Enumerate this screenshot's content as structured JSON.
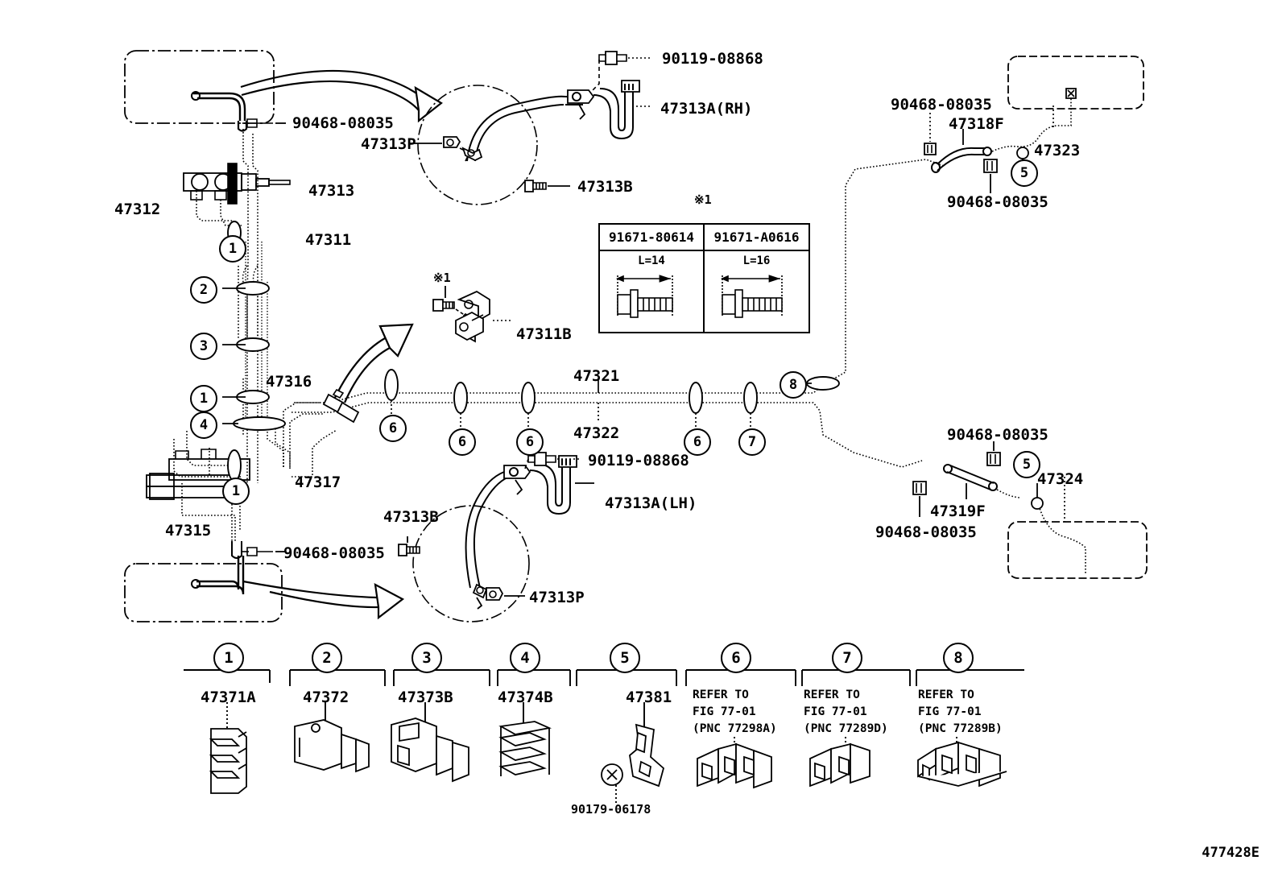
{
  "figure": {
    "code": "477428E",
    "note_marker": "※1"
  },
  "bolt_table": {
    "marker": "※1",
    "columns": [
      "91671-80614",
      "91671-A0616"
    ],
    "lengths": [
      "L=14",
      "L=16"
    ]
  },
  "callouts": {
    "c_90468_a": "90468-08035",
    "c_90468_b": "90468-08035",
    "c_90468_c": "90468-08035",
    "c_90468_d": "90468-08035",
    "c_90468_e": "90468-08035",
    "c_90119_rh": "90119-08868",
    "c_90119_lh": "90119-08868",
    "p_47312": "47312",
    "p_47313": "47313",
    "p_47311": "47311",
    "p_47313p_top": "47313P",
    "p_47313a_rh": "47313A(RH)",
    "p_47313b_top": "47313B",
    "p_47311b": "47311B",
    "p_47316": "47316",
    "p_47317": "47317",
    "p_47315": "47315",
    "p_47313b_bot": "47313B",
    "p_47313a_lh": "47313A(LH)",
    "p_47313p_bot": "47313P",
    "p_47321": "47321",
    "p_47322": "47322",
    "p_47318f": "47318F",
    "p_47323": "47323",
    "p_47319f": "47319F",
    "p_47324": "47324",
    "marker_47311b": "※1"
  },
  "balloons": {
    "b1_a": "1",
    "b2": "2",
    "b3": "3",
    "b1_b": "1",
    "b4": "4",
    "b1_c": "1",
    "b6_a": "6",
    "b6_b": "6",
    "b6_c": "6",
    "b6_d": "6",
    "b7": "7",
    "b8": "8",
    "b5_top": "5",
    "b5_bot": "5"
  },
  "legend": {
    "items": [
      {
        "num": "1",
        "part": "47371A",
        "sub": ""
      },
      {
        "num": "2",
        "part": "47372",
        "sub": ""
      },
      {
        "num": "3",
        "part": "47373B",
        "sub": ""
      },
      {
        "num": "4",
        "part": "47374B",
        "sub": ""
      },
      {
        "num": "5",
        "part": "47381",
        "sub": "90179-06178"
      },
      {
        "num": "6",
        "part": "REFER TO\nFIG 77-01\n(PNC 77298A)",
        "sub": ""
      },
      {
        "num": "7",
        "part": "REFER TO\nFIG 77-01\n(PNC 77289D)",
        "sub": ""
      },
      {
        "num": "8",
        "part": "REFER TO\nFIG 77-01\n(PNC 77289B)",
        "sub": ""
      }
    ]
  },
  "colors": {
    "line": "#000000",
    "background": "#ffffff"
  }
}
